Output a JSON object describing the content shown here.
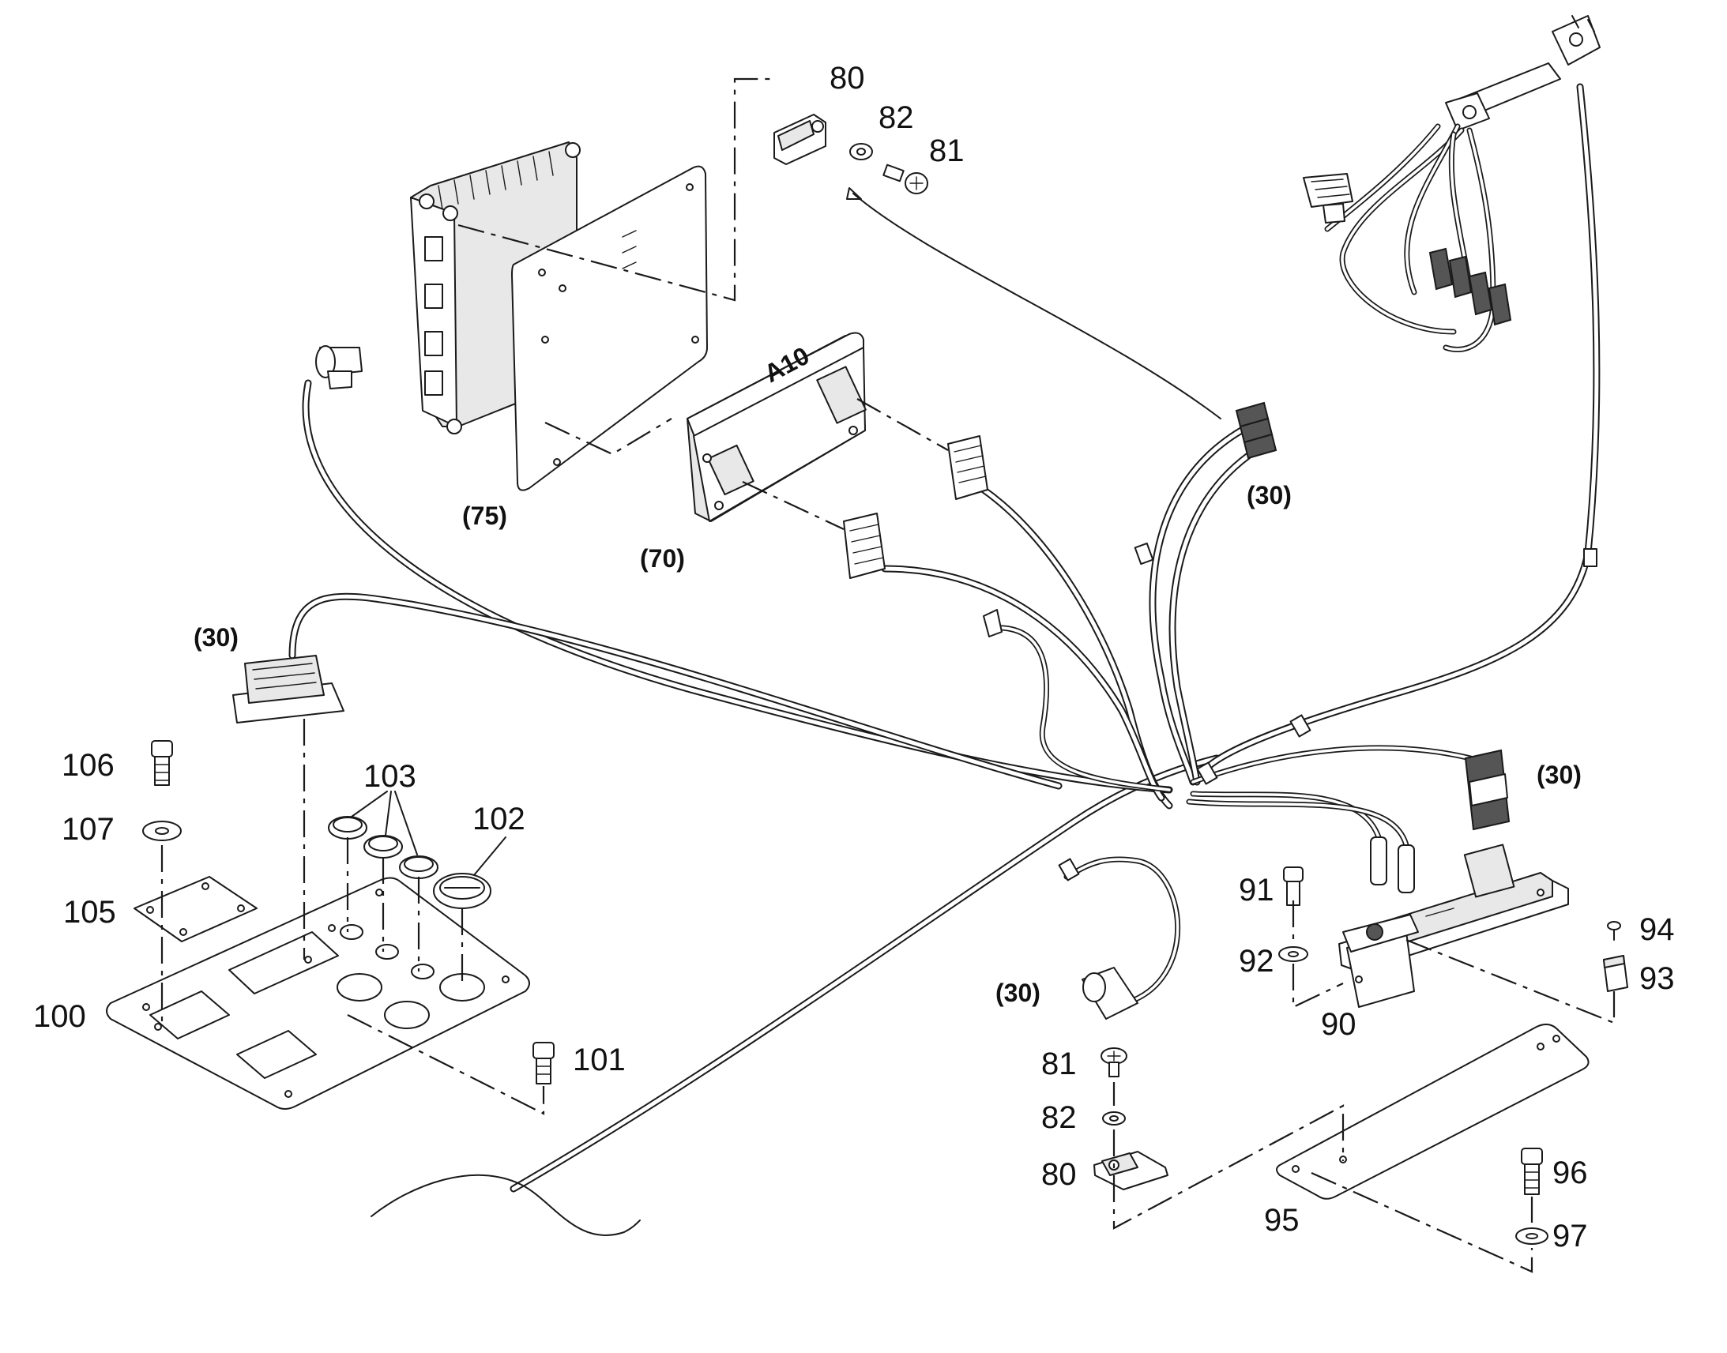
{
  "labels": {
    "l80_top": "80",
    "l82_top": "82",
    "l81_top": "81",
    "l30_a": "(30)",
    "l75": "(75)",
    "l70": "(70)",
    "l30_b": "(30)",
    "l106": "106",
    "l107": "107",
    "l103": "103",
    "l102": "102",
    "l105": "105",
    "l100": "100",
    "l101": "101",
    "l30_c": "(30)",
    "l91": "91",
    "l92": "92",
    "l90": "90",
    "l94": "94",
    "l93": "93",
    "l30_d": "(30)",
    "l81_bot": "81",
    "l82_bot": "82",
    "l80_bot": "80",
    "l95": "95",
    "l96": "96",
    "l97": "97"
  },
  "module_marking": "A10"
}
